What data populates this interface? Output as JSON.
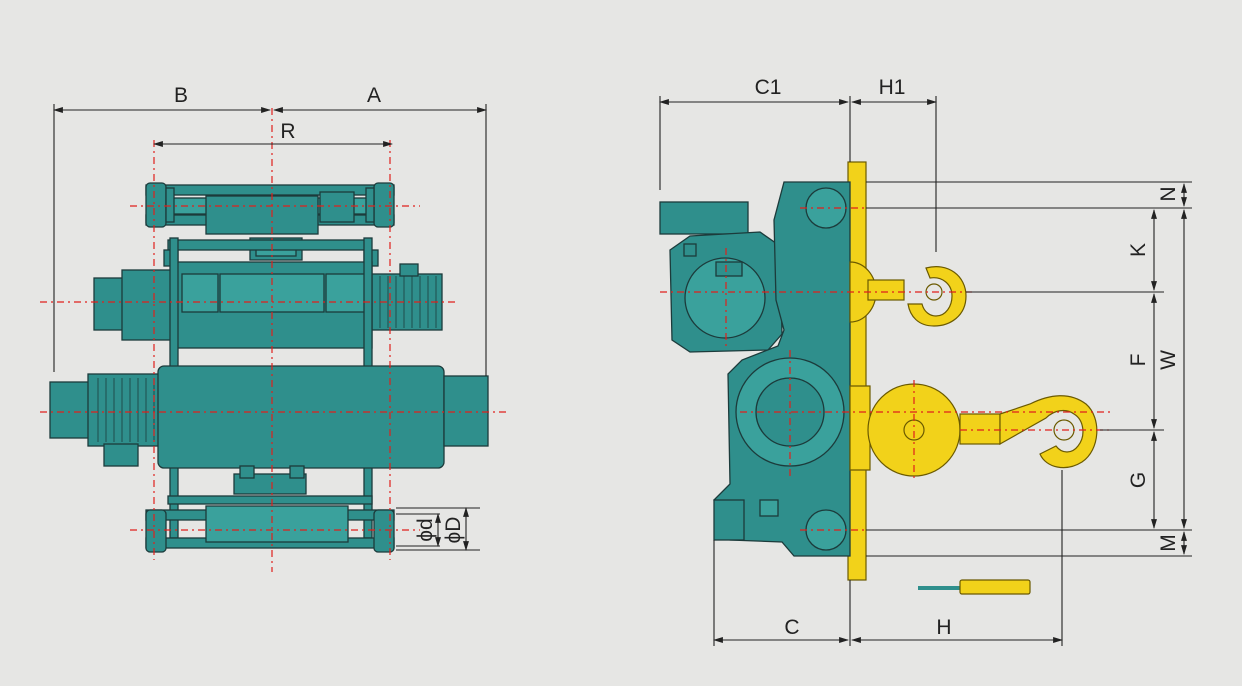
{
  "colors": {
    "background": "#e6e6e4",
    "body_teal": "#2f8f8c",
    "hook_yellow": "#f2d21a",
    "centerline_red": "#e0201c",
    "dimension_line": "#222222"
  },
  "labels": {
    "B": "B",
    "A": "A",
    "R": "R",
    "phi_d": "ϕd",
    "phi_D": "ϕD",
    "C1": "C1",
    "H1": "H1",
    "N": "N",
    "K": "K",
    "F": "F",
    "W": "W",
    "G": "G",
    "M": "M",
    "C": "C",
    "H": "H"
  }
}
